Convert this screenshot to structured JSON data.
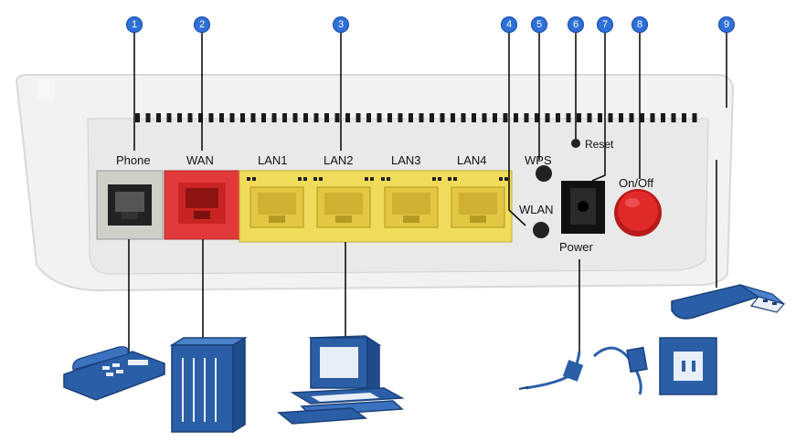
{
  "callouts": [
    {
      "number": "1"
    },
    {
      "number": "2"
    },
    {
      "number": "3"
    },
    {
      "number": "4"
    },
    {
      "number": "5"
    },
    {
      "number": "6"
    },
    {
      "number": "7"
    },
    {
      "number": "8"
    },
    {
      "number": "9"
    }
  ],
  "ports": {
    "phone": "Phone",
    "wan": "WAN",
    "lan1": "LAN1",
    "lan2": "LAN2",
    "lan3": "LAN3",
    "lan4": "LAN4",
    "wps": "WPS",
    "reset": "Reset",
    "wlan": "WLAN",
    "onoff": "On/Off",
    "power": "Power"
  },
  "colors": {
    "callout_blue": "#2f6fd8",
    "device_blue": "#2a5fa8",
    "wan_red": "#e23a3a",
    "lan_yellow": "#f0dc5a",
    "power_button_red": "#e02a2a",
    "router_body": "#f1f1f1"
  },
  "icons": [
    "telephone-icon",
    "server-icon",
    "computer-icon",
    "power-adapter-icon",
    "wall-socket-icon",
    "usb-stick-icon"
  ]
}
